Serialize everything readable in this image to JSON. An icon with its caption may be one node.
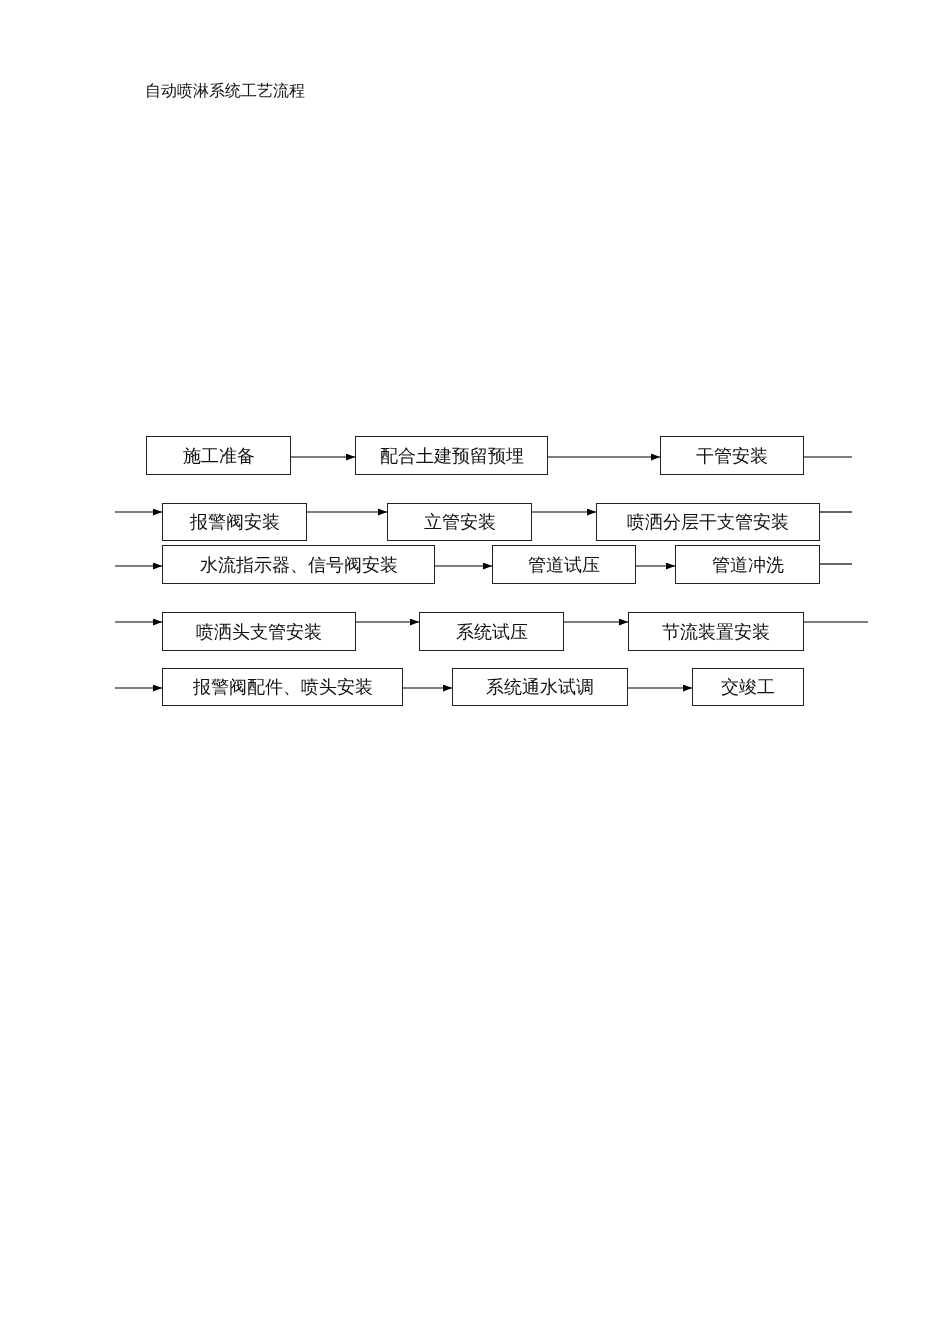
{
  "diagram": {
    "title": "自动喷淋系统工艺流程",
    "nodes": [
      {
        "text": [
          "施工准备"
        ]
      },
      {
        "text": [
          "配合土建预留预埋"
        ]
      },
      {
        "text": [
          "干管安装"
        ]
      },
      {
        "text": [
          "报警阀安装"
        ]
      },
      {
        "text": [
          "立管安装"
        ]
      },
      {
        "text": [
          "喷洒分层干支管安装"
        ]
      },
      {
        "text": [
          "水流指示器、信号阀安装"
        ]
      },
      {
        "text": [
          "管道试压"
        ]
      },
      {
        "text": [
          "管道冲洗"
        ]
      },
      {
        "text": [
          "喷洒头支管安装"
        ]
      },
      {
        "text": [
          "系统试压"
        ]
      },
      {
        "text": [
          "节流装置安装"
        ]
      },
      {
        "text": [
          "报警阀配件、喷头安装"
        ]
      },
      {
        "text": [
          "系统通水试调"
        ]
      },
      {
        "text": [
          "交竣工"
        ]
      }
    ],
    "edges": [
      {
        "from": 0,
        "to": 1,
        "arrow": "to"
      },
      {
        "from": 1,
        "to": 2,
        "arrow": "to"
      },
      {
        "from": 2,
        "to": null,
        "arrow": "none"
      },
      {
        "from": null,
        "to": 3,
        "arrow": "to"
      },
      {
        "from": 3,
        "to": 4,
        "arrow": "to"
      },
      {
        "from": 4,
        "to": 5,
        "arrow": "to"
      },
      {
        "from": 5,
        "to": null,
        "arrow": "none"
      },
      {
        "from": null,
        "to": 6,
        "arrow": "to"
      },
      {
        "from": 6,
        "to": 7,
        "arrow": "to"
      },
      {
        "from": 7,
        "to": 8,
        "arrow": "to"
      },
      {
        "from": 8,
        "to": null,
        "arrow": "none"
      },
      {
        "from": null,
        "to": 9,
        "arrow": "to"
      },
      {
        "from": 9,
        "to": 10,
        "arrow": "to"
      },
      {
        "from": 10,
        "to": 11,
        "arrow": "to"
      },
      {
        "from": 11,
        "to": null,
        "arrow": "none"
      },
      {
        "from": null,
        "to": 12,
        "arrow": "to"
      },
      {
        "from": 12,
        "to": 13,
        "arrow": "to"
      },
      {
        "from": 13,
        "to": 14,
        "arrow": "to"
      }
    ]
  }
}
